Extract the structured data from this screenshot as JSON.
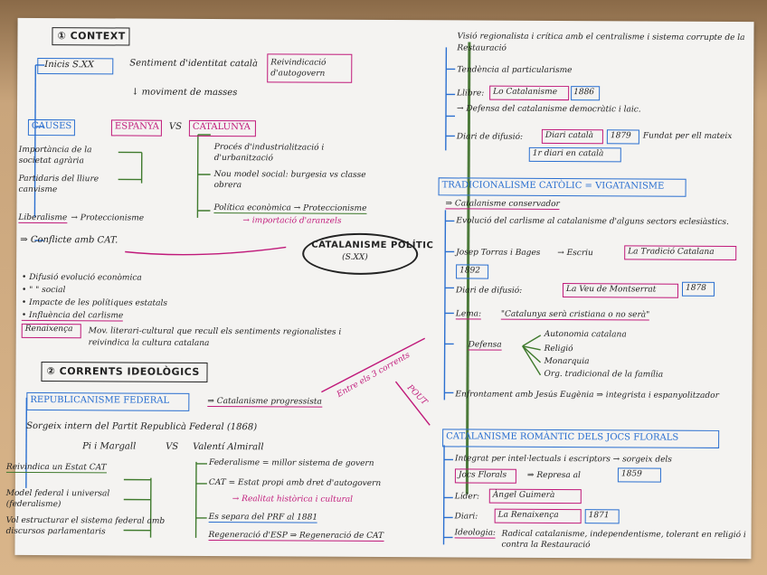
{
  "left": {
    "section1_title": "① CONTEXT",
    "section1_annotation": "Reivindicació d'autogovern",
    "inicis": "Inicis S.XX",
    "sentiment": "Sentiment d'identitat català",
    "moviment_masses": "↓ moviment de masses",
    "causes": "CAUSES",
    "espanya": "ESPANYA",
    "vs": "VS",
    "catalunya": "CATALUNYA",
    "esp_items": [
      "Importància de la societat agrària",
      "Partidaris del lliure canvisme",
      "Liberalisme"
    ],
    "cat_items": [
      "Procés d'industrialització i d'urbanització",
      "Nou model social: burgesia vs classe obrera",
      "Política econòmica → Proteccionisme",
      "→ importació d'aranzels"
    ],
    "proteccionisme_left": "Proteccionisme",
    "conflicte": "⇒ Conflicte amb CAT.",
    "bullets": [
      "Difusió evolució econòmica",
      "\" \" social",
      "Impacte de les polítiques estatals",
      "Influència del carlisme"
    ],
    "renaixenca": "Renaixença",
    "renaixenca_text": "Mov. literari-cultural que recull els sentiments regionalistes i reivindica la cultura catalana",
    "oval_title": "CATALANISME POLÍTIC",
    "oval_sub": "(S.XX)",
    "section2_title": "② CORRENTS IDEOLÒGICS",
    "corrents_arrow": "Entre els 3 corrents",
    "pout": "POUT",
    "republicanisme": "REPUBLICANISME FEDERAL",
    "cat_progressista": "Catalanisme progressista",
    "sorgeix": "Sorgeix intern del Partit Republicà Federal (1868)",
    "pi_margall": "Pi i Margall",
    "vs2": "VS",
    "almirall": "Valentí Almirall",
    "pm_items": [
      "Reivindica un Estat CAT",
      "Model federal i universal (federalisme)",
      "Vol estructurar el sistema federal amb discursos parlamentaris"
    ],
    "va_items": [
      "Federalisme = millor sistema de govern",
      "CAT = Estat propi amb dret d'autogovern",
      "→ Realitat històrica i cultural",
      "Es separa del PRF al 1881",
      "Regeneració d'ESP ⇒ Regeneració de CAT"
    ]
  },
  "right": {
    "visio": "Visió regionalista i crítica amb el centralisme i sistema corrupte de la Restauració",
    "tendencia": "Tendència al particularisme",
    "llibre_label": "Llibre:",
    "llibre": "Lo Catalanisme",
    "llibre_year": "1886",
    "llibre_desc": "Defensa del catalanisme democràtic i laic.",
    "diari_label": "Diari de difusió:",
    "diari": "Diari català",
    "diari_year": "1879",
    "diari_desc": "Fundat per ell mateix",
    "diari_primer": "1r diari en català",
    "tradicionalisme": "TRADICIONALISME CATÒLIC = VIGATANISME",
    "cat_conservador": "Catalanisme conservador",
    "evolucio": "Evolució del carlisme al catalanisme d'alguns sectors eclesiàstics.",
    "torras": "Josep Torras i Bages",
    "escriu": "Escriu",
    "tradicio": "La Tradició Catalana",
    "tradicio_year": "1892",
    "diari2_label": "Diari de difusió:",
    "diari2": "La Veu de Montserrat",
    "diari2_year": "1878",
    "lema_label": "Lema:",
    "lema": "\"Catalunya serà cristiana o no serà\"",
    "defensa_label": "Defensa",
    "defensa_items": [
      "Autonomia catalana",
      "Religió",
      "Monarquia",
      "Org. tradicional de la família"
    ],
    "enfrontament": "Enfrontament amb Jesús Eugènia ⇒ integrista i espanyolitzador",
    "romantic": "CATALANISME ROMÀNTIC DELS JOCS FLORALS",
    "integrat": "Integrat per intel·lectuals i escriptors → sorgeix dels",
    "jocs": "Jocs Florals",
    "represa": "Represa al",
    "represa_year": "1859",
    "lider_label": "Líder:",
    "lider": "Àngel Guimerà",
    "diari3_label": "Diari:",
    "diari3": "La Renaixença",
    "diari3_year": "1871",
    "ideologia_label": "Ideologia:",
    "ideologia": "Radical catalanisme, independentisme, tolerant en religió i contra la Restauració"
  },
  "colors": {
    "blue": "#2a6fd0",
    "pink": "#c0197a",
    "green": "#3f7a2d",
    "ink": "#222222"
  }
}
